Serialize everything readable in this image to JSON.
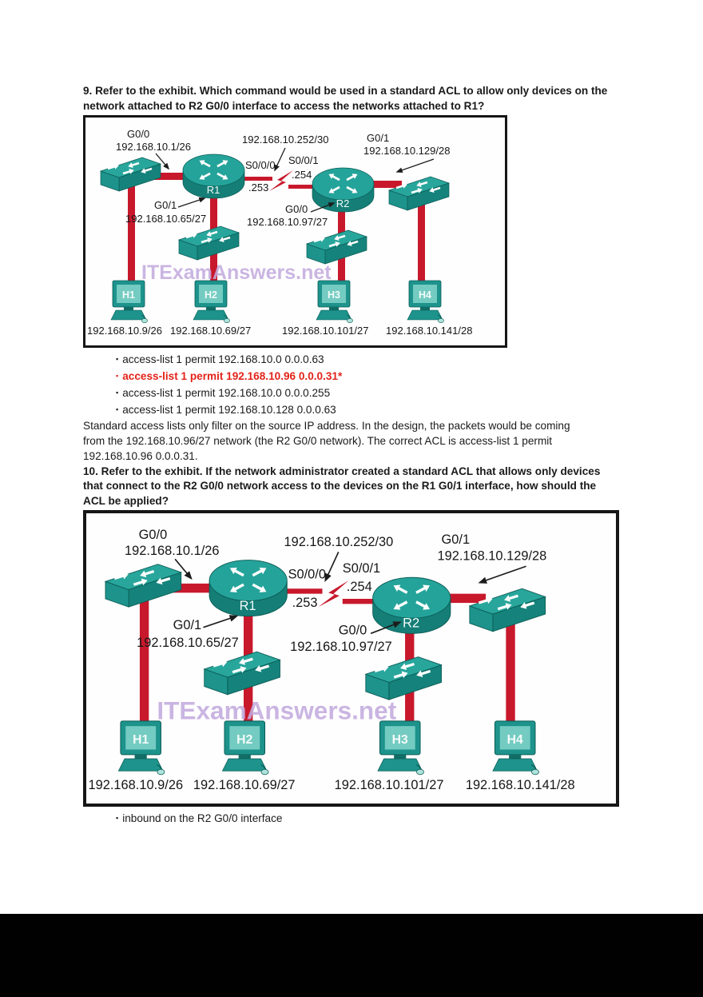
{
  "question9": {
    "lines": [
      "9. Refer to the exhibit. Which command would be used in a standard ACL to allow only devices on the",
      "network attached to R2 G0/0 interface to access the networks attached to R1?"
    ]
  },
  "question9_options": {
    "bullet": "▪",
    "items": [
      {
        "text": "access-list 1 permit 192.168.10.0 0.0.0.63",
        "correct": false
      },
      {
        "text": "access-list 1 permit 192.168.10.96 0.0.0.31*",
        "correct": true
      },
      {
        "text": "access-list 1 permit 192.168.10.0 0.0.0.255",
        "correct": false
      },
      {
        "text": "access-list 1 permit 192.168.10.128 0.0.0.63",
        "correct": false
      }
    ]
  },
  "explanation9": {
    "lines": [
      "Standard access lists only filter on the source IP address. In the design, the packets would be coming",
      "from the 192.168.10.96/27 network (the R2 G0/0 network). The correct ACL is access-list 1 permit",
      "192.168.10.96 0.0.0.31."
    ]
  },
  "question10": {
    "lines": [
      "10. Refer to the exhibit. If the network administrator created a standard ACL that allows only devices",
      "that connect to the R2 G0/0 network access to the devices on the R1 G0/1 interface, how should the",
      "ACL be applied?"
    ]
  },
  "answer10": {
    "bullet": "▪",
    "text": "inbound on the R2 G0/0 interface"
  },
  "diagram": {
    "watermark": "ITExamAnswers.net",
    "r1": "R1",
    "r2": "R2",
    "hosts": [
      "H1",
      "H2",
      "H3",
      "H4"
    ],
    "host_ips": [
      "192.168.10.9/26",
      "192.168.10.69/27",
      "192.168.10.101/27",
      "192.168.10.141/28"
    ],
    "labels": {
      "g00_top": "G0/0",
      "g00_top_ip": "192.168.10.1/26",
      "serial_net": "192.168.10.252/30",
      "g01_top": "G0/1",
      "g01_top_ip": "192.168.10.129/28",
      "s000": "S0/0/0",
      "s001": "S0/0/1",
      "dot253": ".253",
      "dot254": ".254",
      "g01_mid": "G0/1",
      "g01_mid_ip": "192.168.10.65/27",
      "g00_mid": "G0/0",
      "g00_mid_ip": "192.168.10.97/27"
    },
    "colors": {
      "device_teal": "#1d938c",
      "device_teal_light": "#28a69c",
      "device_teal_dark": "#116d66",
      "link_red": "#c8182c",
      "watermark_lavender": "#c3abdf",
      "correct_answer_red": "#e2231a"
    }
  }
}
